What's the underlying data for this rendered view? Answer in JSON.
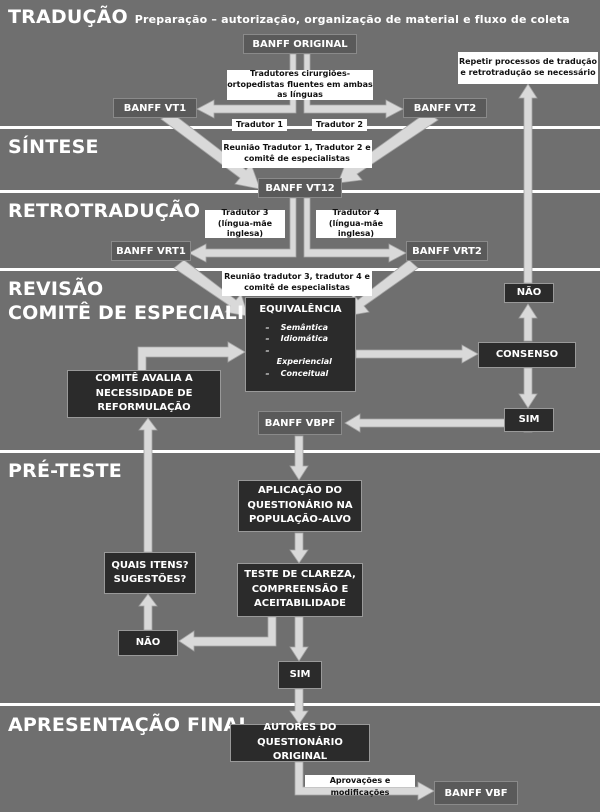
{
  "sections": {
    "traducao": {
      "title": "TRADUÇÃO",
      "subtitle": "Preparação – autorização, organização de material e fluxo de coleta"
    },
    "sintese": {
      "title": "SÍNTESE"
    },
    "retrotraducao": {
      "title": "RETROTRADUÇÃO"
    },
    "revisao": {
      "title_line1": "REVISÃO",
      "title_line2": "COMITÊ DE ESPECIALISTAS"
    },
    "preteste": {
      "title": "PRÉ-TESTE"
    },
    "apresentacao": {
      "title": "APRESENTAÇÃO FINAL"
    }
  },
  "nodes": {
    "banff_original": "BANFF ORIGINAL",
    "tradutores_note": "Tradutores cirurgiões-ortopedistas fluentes em ambas as línguas",
    "tradutor1": "Tradutor 1",
    "tradutor2": "Tradutor 2",
    "banff_vt1": "BANFF VT1",
    "banff_vt2": "BANFF VT2",
    "repetir_note": "Repetir processos de tradução e retrotradução se necessário",
    "reuniao_sintese": "Reunião Tradutor 1, Tradutor 2 e comitê de especialistas",
    "banff_vt12": "BANFF VT12",
    "tradutor3": "Tradutor 3 (língua-mãe inglesa)",
    "tradutor4": "Tradutor 4 (língua-mãe inglesa)",
    "banff_vrt1": "BANFF VRT1",
    "banff_vrt2": "BANFF VRT2",
    "reuniao_revisao": "Reunião tradutor 3, tradutor 4 e comitê de especialistas",
    "equivalencia_title": "EQUIVALÊNCIA",
    "equivalencia_items": [
      "Semântica",
      "Idiomática",
      "Experiencial",
      "Conceitual"
    ],
    "nao_revisao": "NÃO",
    "consenso": "CONSENSO",
    "comite_avalia": "COMITÊ AVALIA A NECESSIDADE DE REFORMULAÇÃO",
    "sim_revisao": "SIM",
    "banff_vbpf": "BANFF VBPF",
    "aplicacao": "APLICAÇÃO DO QUESTIONÁRIO NA POPULAÇÃO-ALVO",
    "quais_itens": "QUAIS ITENS? SUGESTÕES?",
    "teste_clareza": "TESTE DE CLAREZA, COMPREENSÃO E ACEITABILIDADE",
    "nao_preteste": "NÃO",
    "sim_preteste": "SIM",
    "autores": "AUTORES DO QUESTIONÁRIO ORIGINAL",
    "aprovacoes": "Aprovações e modificações",
    "banff_vbf": "BANFF VBF"
  }
}
